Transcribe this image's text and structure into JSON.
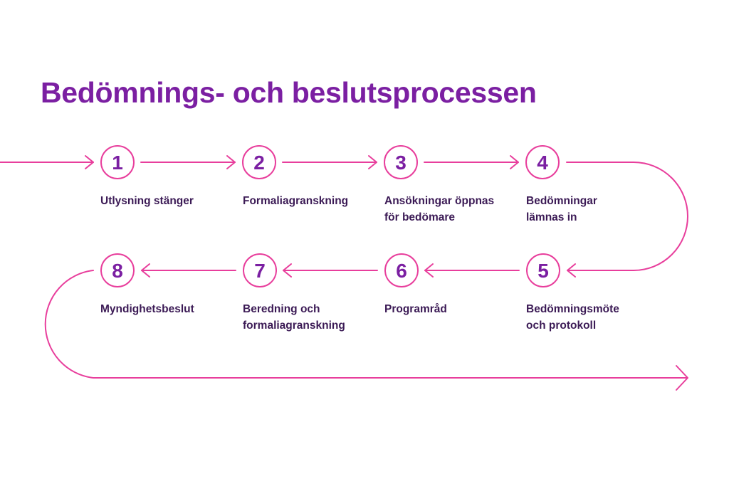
{
  "title": "Bedömnings- och beslutsprocessen",
  "colors": {
    "title": "#7b1fa2",
    "flow": "#e83e9c",
    "number": "#7b1fa2",
    "label": "#3b1a55"
  },
  "steps": [
    {
      "number": "1",
      "label": "Utlysning stänger"
    },
    {
      "number": "2",
      "label": "Formaliagranskning"
    },
    {
      "number": "3",
      "label": "Ansökningar öppnas\nför bedömare"
    },
    {
      "number": "4",
      "label": "Bedömningar\nlämnas in"
    },
    {
      "number": "5",
      "label": "Bedömningsmöte\noch protokoll"
    },
    {
      "number": "6",
      "label": "Programråd"
    },
    {
      "number": "7",
      "label": "Beredning och\nformaliagranskning"
    },
    {
      "number": "8",
      "label": "Myndighetsbeslut"
    }
  ]
}
